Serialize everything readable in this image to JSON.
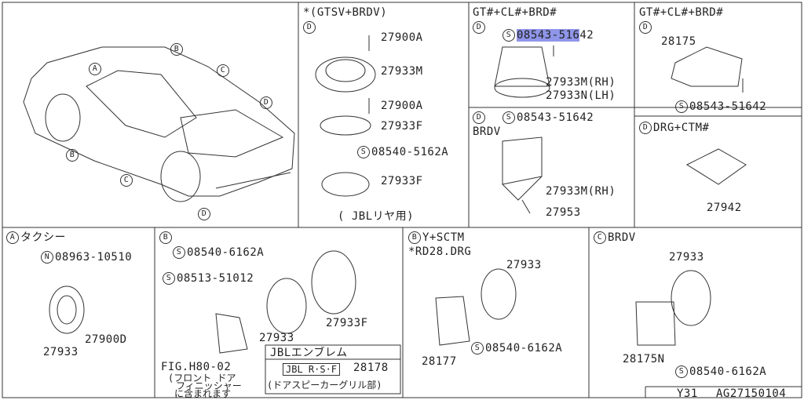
{
  "panels": {
    "car": {
      "callouts": [
        "A",
        "B",
        "C",
        "D",
        "B",
        "C",
        "D"
      ]
    },
    "gtsv": {
      "header": "*(GTSV+BRDV)",
      "badge": "D",
      "parts": [
        "27900A",
        "27933M",
        "27900A",
        "27933F",
        "08540-5162A",
        "27933F"
      ],
      "screw_prefix": "S",
      "footer": "( JBLリヤ用)"
    },
    "gt_cl_1": {
      "header": "GT#+CL#+BRD#",
      "badge": "D",
      "screw_prefix": "S",
      "screw_code_highlight": "08543-516",
      "screw_code_rest": "42",
      "parts": [
        "27933M(RH)",
        "27933N(LH)"
      ]
    },
    "gt_cl_2": {
      "header": "GT#+CL#+BRD#",
      "badge": "D",
      "parts": [
        "28175"
      ],
      "screw_prefix": "S",
      "screw": "08543-51642"
    },
    "brdv": {
      "badge": "D",
      "screw_prefix": "S",
      "screw": "08543-51642",
      "label": "BRDV",
      "parts": [
        "27933M(RH)",
        "27953"
      ]
    },
    "org": {
      "badge": "D",
      "header": "DRG+CTM#",
      "parts": [
        "27942"
      ]
    },
    "taxi": {
      "badge": "A",
      "header": "タクシー",
      "nut_prefix": "N",
      "nut": "08963-10510",
      "parts": [
        "27933",
        "27900D"
      ]
    },
    "b1": {
      "badge": "B",
      "screw_prefix": "S",
      "screws": [
        "08540-6162A",
        "08513-51012"
      ],
      "parts": [
        "27933",
        "27933F"
      ],
      "fig": "FIG.H80-02",
      "fig_note": [
        "(フロント ドア",
        "フィニッシャー",
        "に含まれます"
      ],
      "jbl_title": "JBLエンブレム",
      "jbl_part": "28178",
      "jbl_badge": "JBL R·S·F",
      "jbl_note": "(ドアスピーカーグリル部)"
    },
    "b2": {
      "badge": "B",
      "header": "Y+SCTM",
      "sub": "*RD28.DRG",
      "parts": [
        "27933",
        "28177"
      ],
      "screw_prefix": "S",
      "screw": "08540-6162A"
    },
    "c": {
      "badge": "C",
      "header": "BRDV",
      "parts": [
        "27933",
        "28175N"
      ],
      "screw_prefix": "S",
      "screw": "08540-6162A"
    }
  },
  "footer": {
    "code1": "Y31",
    "code2": "AG27150104"
  }
}
